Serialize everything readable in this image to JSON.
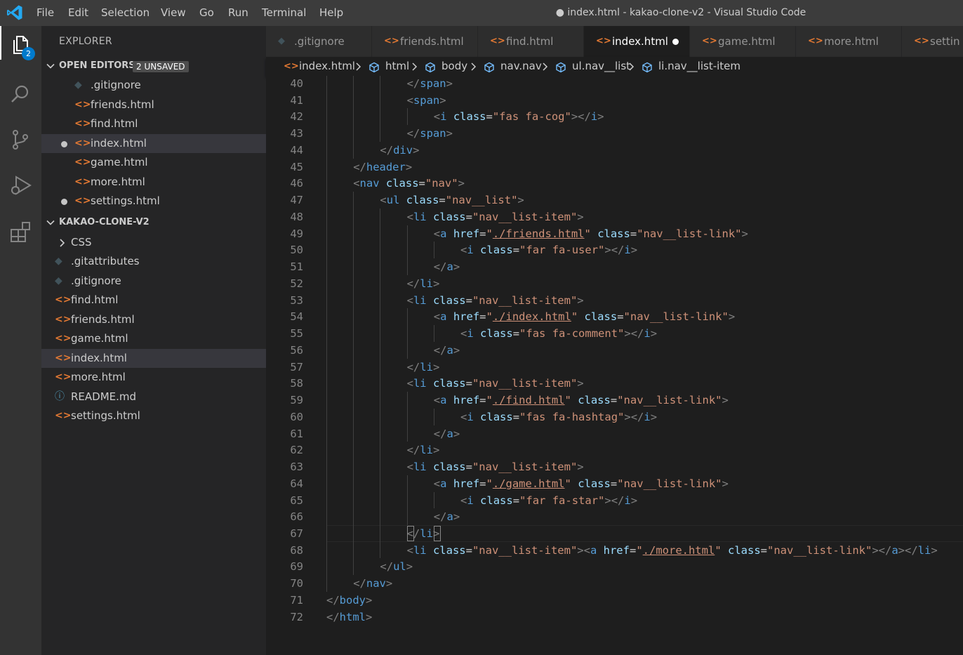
{
  "window": {
    "title": "● index.html - kakao-clone-v2 - Visual Studio Code"
  },
  "menu": [
    "File",
    "Edit",
    "Selection",
    "View",
    "Go",
    "Run",
    "Terminal",
    "Help"
  ],
  "activity_bar": {
    "items": [
      "files-icon",
      "search-icon",
      "source-control-icon",
      "run-debug-icon",
      "extensions-icon"
    ],
    "explorer_badge": "2",
    "badge_color": "#007acc"
  },
  "sidebar": {
    "title": "EXPLORER",
    "open_editors": {
      "label": "OPEN EDITORS",
      "badge": "2 UNSAVED",
      "items": [
        {
          "name": ".gitignore",
          "icon": "git-icon",
          "unsaved": false,
          "selected": false
        },
        {
          "name": "friends.html",
          "icon": "html-icon",
          "unsaved": false,
          "selected": false
        },
        {
          "name": "find.html",
          "icon": "html-icon",
          "unsaved": false,
          "selected": false
        },
        {
          "name": "index.html",
          "icon": "html-icon",
          "unsaved": true,
          "selected": true
        },
        {
          "name": "game.html",
          "icon": "html-icon",
          "unsaved": false,
          "selected": false
        },
        {
          "name": "more.html",
          "icon": "html-icon",
          "unsaved": false,
          "selected": false
        },
        {
          "name": "settings.html",
          "icon": "html-icon",
          "unsaved": true,
          "selected": false
        }
      ]
    },
    "project": {
      "label": "KAKAO-CLONE-V2",
      "items": [
        {
          "name": "CSS",
          "icon": "folder-chevron-icon",
          "selected": false
        },
        {
          "name": ".gitattributes",
          "icon": "git-icon",
          "selected": false
        },
        {
          "name": ".gitignore",
          "icon": "git-icon",
          "selected": false
        },
        {
          "name": "find.html",
          "icon": "html-icon",
          "selected": false
        },
        {
          "name": "friends.html",
          "icon": "html-icon",
          "selected": false
        },
        {
          "name": "game.html",
          "icon": "html-icon",
          "selected": false
        },
        {
          "name": "index.html",
          "icon": "html-icon",
          "selected": true
        },
        {
          "name": "more.html",
          "icon": "html-icon",
          "selected": false
        },
        {
          "name": "README.md",
          "icon": "info-icon",
          "selected": false
        },
        {
          "name": "settings.html",
          "icon": "html-icon",
          "selected": false
        }
      ]
    }
  },
  "tabs": [
    {
      "label": ".gitignore",
      "icon": "git-icon",
      "active": false,
      "dirty": false
    },
    {
      "label": "friends.html",
      "icon": "html-icon",
      "active": false,
      "dirty": false
    },
    {
      "label": "find.html",
      "icon": "html-icon",
      "active": false,
      "dirty": false
    },
    {
      "label": "index.html",
      "icon": "html-icon",
      "active": true,
      "dirty": true
    },
    {
      "label": "game.html",
      "icon": "html-icon",
      "active": false,
      "dirty": false
    },
    {
      "label": "more.html",
      "icon": "html-icon",
      "active": false,
      "dirty": false
    },
    {
      "label": "settin",
      "icon": "html-icon",
      "active": false,
      "dirty": false
    }
  ],
  "breadcrumbs": [
    "index.html",
    "html",
    "body",
    "nav.nav",
    "ul.nav__list",
    "li.nav__list-item"
  ],
  "editor": {
    "current_line": 67,
    "lines": [
      {
        "n": 40,
        "indent": 3,
        "tokens": [
          [
            "p",
            "</"
          ],
          [
            "t",
            "span"
          ],
          [
            "p",
            ">"
          ]
        ]
      },
      {
        "n": 41,
        "indent": 3,
        "tokens": [
          [
            "p",
            "<"
          ],
          [
            "t",
            "span"
          ],
          [
            "p",
            ">"
          ]
        ]
      },
      {
        "n": 42,
        "indent": 4,
        "tokens": [
          [
            "p",
            "<"
          ],
          [
            "t",
            "i"
          ],
          [
            "s",
            " "
          ],
          [
            "a",
            "class"
          ],
          [
            "e",
            "="
          ],
          [
            "v",
            "\"fas fa-cog\""
          ],
          [
            "p",
            "></"
          ],
          [
            "t",
            "i"
          ],
          [
            "p",
            ">"
          ]
        ]
      },
      {
        "n": 43,
        "indent": 3,
        "tokens": [
          [
            "p",
            "</"
          ],
          [
            "t",
            "span"
          ],
          [
            "p",
            ">"
          ]
        ]
      },
      {
        "n": 44,
        "indent": 2,
        "tokens": [
          [
            "p",
            "</"
          ],
          [
            "t",
            "div"
          ],
          [
            "p",
            ">"
          ]
        ]
      },
      {
        "n": 45,
        "indent": 1,
        "tokens": [
          [
            "p",
            "</"
          ],
          [
            "t",
            "header"
          ],
          [
            "p",
            ">"
          ]
        ]
      },
      {
        "n": 46,
        "indent": 1,
        "tokens": [
          [
            "p",
            "<"
          ],
          [
            "t",
            "nav"
          ],
          [
            "s",
            " "
          ],
          [
            "a",
            "class"
          ],
          [
            "e",
            "="
          ],
          [
            "v",
            "\"nav\""
          ],
          [
            "p",
            ">"
          ]
        ]
      },
      {
        "n": 47,
        "indent": 2,
        "tokens": [
          [
            "p",
            "<"
          ],
          [
            "t",
            "ul"
          ],
          [
            "s",
            " "
          ],
          [
            "a",
            "class"
          ],
          [
            "e",
            "="
          ],
          [
            "v",
            "\"nav__list\""
          ],
          [
            "p",
            ">"
          ]
        ]
      },
      {
        "n": 48,
        "indent": 3,
        "tokens": [
          [
            "p",
            "<"
          ],
          [
            "t",
            "li"
          ],
          [
            "s",
            " "
          ],
          [
            "a",
            "class"
          ],
          [
            "e",
            "="
          ],
          [
            "v",
            "\"nav__list-item\""
          ],
          [
            "p",
            ">"
          ]
        ]
      },
      {
        "n": 49,
        "indent": 4,
        "tokens": [
          [
            "p",
            "<"
          ],
          [
            "t",
            "a"
          ],
          [
            "s",
            " "
          ],
          [
            "a",
            "href"
          ],
          [
            "e",
            "="
          ],
          [
            "v",
            "\""
          ],
          [
            "u",
            "./friends.html"
          ],
          [
            "v",
            "\""
          ],
          [
            "s",
            " "
          ],
          [
            "a",
            "class"
          ],
          [
            "e",
            "="
          ],
          [
            "v",
            "\"nav__list-link\""
          ],
          [
            "p",
            ">"
          ]
        ]
      },
      {
        "n": 50,
        "indent": 5,
        "tokens": [
          [
            "p",
            "<"
          ],
          [
            "t",
            "i"
          ],
          [
            "s",
            " "
          ],
          [
            "a",
            "class"
          ],
          [
            "e",
            "="
          ],
          [
            "v",
            "\"far fa-user\""
          ],
          [
            "p",
            "></"
          ],
          [
            "t",
            "i"
          ],
          [
            "p",
            ">"
          ]
        ]
      },
      {
        "n": 51,
        "indent": 4,
        "tokens": [
          [
            "p",
            "</"
          ],
          [
            "t",
            "a"
          ],
          [
            "p",
            ">"
          ]
        ]
      },
      {
        "n": 52,
        "indent": 3,
        "tokens": [
          [
            "p",
            "</"
          ],
          [
            "t",
            "li"
          ],
          [
            "p",
            ">"
          ]
        ]
      },
      {
        "n": 53,
        "indent": 3,
        "tokens": [
          [
            "p",
            "<"
          ],
          [
            "t",
            "li"
          ],
          [
            "s",
            " "
          ],
          [
            "a",
            "class"
          ],
          [
            "e",
            "="
          ],
          [
            "v",
            "\"nav__list-item\""
          ],
          [
            "p",
            ">"
          ]
        ]
      },
      {
        "n": 54,
        "indent": 4,
        "tokens": [
          [
            "p",
            "<"
          ],
          [
            "t",
            "a"
          ],
          [
            "s",
            " "
          ],
          [
            "a",
            "href"
          ],
          [
            "e",
            "="
          ],
          [
            "v",
            "\""
          ],
          [
            "u",
            "./index.html"
          ],
          [
            "v",
            "\""
          ],
          [
            "s",
            " "
          ],
          [
            "a",
            "class"
          ],
          [
            "e",
            "="
          ],
          [
            "v",
            "\"nav__list-link\""
          ],
          [
            "p",
            ">"
          ]
        ]
      },
      {
        "n": 55,
        "indent": 5,
        "tokens": [
          [
            "p",
            "<"
          ],
          [
            "t",
            "i"
          ],
          [
            "s",
            " "
          ],
          [
            "a",
            "class"
          ],
          [
            "e",
            "="
          ],
          [
            "v",
            "\"fas fa-comment\""
          ],
          [
            "p",
            "></"
          ],
          [
            "t",
            "i"
          ],
          [
            "p",
            ">"
          ]
        ]
      },
      {
        "n": 56,
        "indent": 4,
        "tokens": [
          [
            "p",
            "</"
          ],
          [
            "t",
            "a"
          ],
          [
            "p",
            ">"
          ]
        ]
      },
      {
        "n": 57,
        "indent": 3,
        "tokens": [
          [
            "p",
            "</"
          ],
          [
            "t",
            "li"
          ],
          [
            "p",
            ">"
          ]
        ]
      },
      {
        "n": 58,
        "indent": 3,
        "tokens": [
          [
            "p",
            "<"
          ],
          [
            "t",
            "li"
          ],
          [
            "s",
            " "
          ],
          [
            "a",
            "class"
          ],
          [
            "e",
            "="
          ],
          [
            "v",
            "\"nav__list-item\""
          ],
          [
            "p",
            ">"
          ]
        ]
      },
      {
        "n": 59,
        "indent": 4,
        "tokens": [
          [
            "p",
            "<"
          ],
          [
            "t",
            "a"
          ],
          [
            "s",
            " "
          ],
          [
            "a",
            "href"
          ],
          [
            "e",
            "="
          ],
          [
            "v",
            "\""
          ],
          [
            "u",
            "./find.html"
          ],
          [
            "v",
            "\""
          ],
          [
            "s",
            " "
          ],
          [
            "a",
            "class"
          ],
          [
            "e",
            "="
          ],
          [
            "v",
            "\"nav__list-link\""
          ],
          [
            "p",
            ">"
          ]
        ]
      },
      {
        "n": 60,
        "indent": 5,
        "tokens": [
          [
            "p",
            "<"
          ],
          [
            "t",
            "i"
          ],
          [
            "s",
            " "
          ],
          [
            "a",
            "class"
          ],
          [
            "e",
            "="
          ],
          [
            "v",
            "\"fas fa-hashtag\""
          ],
          [
            "p",
            "></"
          ],
          [
            "t",
            "i"
          ],
          [
            "p",
            ">"
          ]
        ]
      },
      {
        "n": 61,
        "indent": 4,
        "tokens": [
          [
            "p",
            "</"
          ],
          [
            "t",
            "a"
          ],
          [
            "p",
            ">"
          ]
        ]
      },
      {
        "n": 62,
        "indent": 3,
        "tokens": [
          [
            "p",
            "</"
          ],
          [
            "t",
            "li"
          ],
          [
            "p",
            ">"
          ]
        ]
      },
      {
        "n": 63,
        "indent": 3,
        "tokens": [
          [
            "p",
            "<"
          ],
          [
            "t",
            "li"
          ],
          [
            "s",
            " "
          ],
          [
            "a",
            "class"
          ],
          [
            "e",
            "="
          ],
          [
            "v",
            "\"nav__list-item\""
          ],
          [
            "p",
            ">"
          ]
        ]
      },
      {
        "n": 64,
        "indent": 4,
        "tokens": [
          [
            "p",
            "<"
          ],
          [
            "t",
            "a"
          ],
          [
            "s",
            " "
          ],
          [
            "a",
            "href"
          ],
          [
            "e",
            "="
          ],
          [
            "v",
            "\""
          ],
          [
            "u",
            "./game.html"
          ],
          [
            "v",
            "\""
          ],
          [
            "s",
            " "
          ],
          [
            "a",
            "class"
          ],
          [
            "e",
            "="
          ],
          [
            "v",
            "\"nav__list-link\""
          ],
          [
            "p",
            ">"
          ]
        ]
      },
      {
        "n": 65,
        "indent": 5,
        "tokens": [
          [
            "p",
            "<"
          ],
          [
            "t",
            "i"
          ],
          [
            "s",
            " "
          ],
          [
            "a",
            "class"
          ],
          [
            "e",
            "="
          ],
          [
            "v",
            "\"far fa-star\""
          ],
          [
            "p",
            "></"
          ],
          [
            "t",
            "i"
          ],
          [
            "p",
            ">"
          ]
        ]
      },
      {
        "n": 66,
        "indent": 4,
        "tokens": [
          [
            "p",
            "</"
          ],
          [
            "t",
            "a"
          ],
          [
            "p",
            ">"
          ]
        ]
      },
      {
        "n": 67,
        "indent": 3,
        "tokens": [
          [
            "p",
            "</"
          ],
          [
            "t",
            "li"
          ],
          [
            "p",
            ">"
          ]
        ]
      },
      {
        "n": 68,
        "indent": 3,
        "tokens": [
          [
            "p",
            "<"
          ],
          [
            "t",
            "li"
          ],
          [
            "s",
            " "
          ],
          [
            "a",
            "class"
          ],
          [
            "e",
            "="
          ],
          [
            "v",
            "\"nav__list-item\""
          ],
          [
            "p",
            "><"
          ],
          [
            "t",
            "a"
          ],
          [
            "s",
            " "
          ],
          [
            "a",
            "href"
          ],
          [
            "e",
            "="
          ],
          [
            "v",
            "\""
          ],
          [
            "u",
            "./more.html"
          ],
          [
            "v",
            "\""
          ],
          [
            "s",
            " "
          ],
          [
            "a",
            "class"
          ],
          [
            "e",
            "="
          ],
          [
            "v",
            "\"nav__list-link\""
          ],
          [
            "p",
            "></"
          ],
          [
            "t",
            "a"
          ],
          [
            "p",
            "></"
          ],
          [
            "t",
            "li"
          ],
          [
            "p",
            ">"
          ]
        ]
      },
      {
        "n": 69,
        "indent": 2,
        "tokens": [
          [
            "p",
            "</"
          ],
          [
            "t",
            "ul"
          ],
          [
            "p",
            ">"
          ]
        ]
      },
      {
        "n": 70,
        "indent": 1,
        "tokens": [
          [
            "p",
            "</"
          ],
          [
            "t",
            "nav"
          ],
          [
            "p",
            ">"
          ]
        ]
      },
      {
        "n": 71,
        "indent": 0,
        "tokens": [
          [
            "p",
            "</"
          ],
          [
            "t",
            "body"
          ],
          [
            "p",
            ">"
          ]
        ]
      },
      {
        "n": 72,
        "indent": 0,
        "tokens": [
          [
            "p",
            "</"
          ],
          [
            "t",
            "html"
          ],
          [
            "p",
            ">"
          ]
        ]
      }
    ]
  }
}
